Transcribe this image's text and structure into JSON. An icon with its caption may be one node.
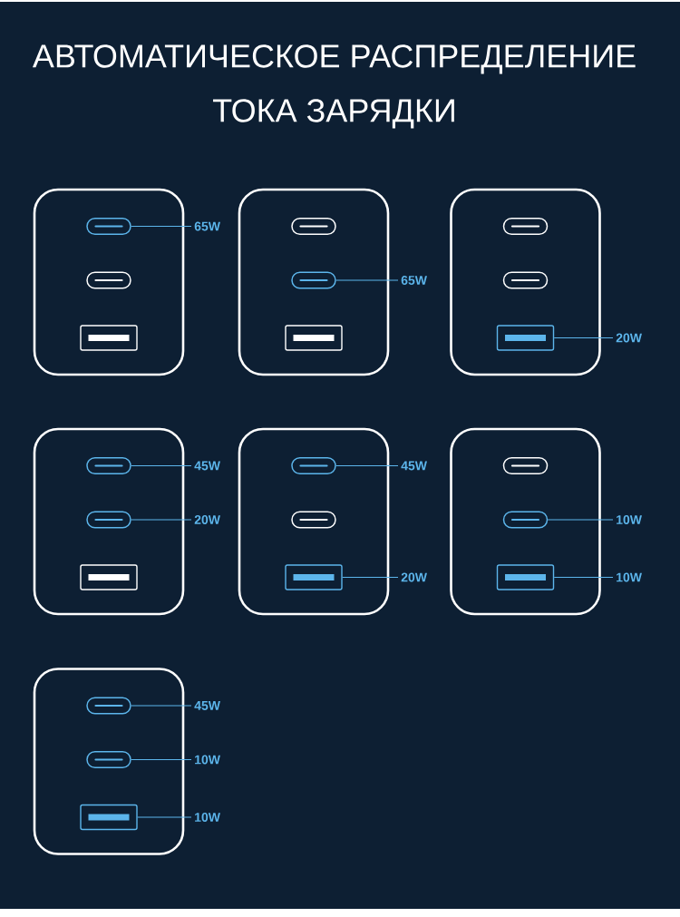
{
  "diagram": {
    "title": "АВТОМАТИЧЕСКОЕ РАСПРЕДЕЛЕНИЕ ТОКА ЗАРЯДКИ",
    "nodes": [
      {
        "text": [],
        "shape": "box"
      },
      {
        "text": [],
        "shape": "pill",
        "in": 0
      },
      {
        "text": [],
        "shape": "pill",
        "in": 0
      },
      {
        "text": [],
        "shape": "box",
        "in": 0
      },
      {
        "text": [
          "65W"
        ]
      },
      {
        "text": [],
        "shape": "box"
      },
      {
        "text": [],
        "shape": "pill",
        "in": 5
      },
      {
        "text": [],
        "shape": "pill",
        "in": 5
      },
      {
        "text": [],
        "shape": "box",
        "in": 5
      },
      {
        "text": [
          "65W"
        ]
      },
      {
        "text": [],
        "shape": "box"
      },
      {
        "text": [],
        "shape": "pill",
        "in": 10
      },
      {
        "text": [],
        "shape": "pill",
        "in": 10
      },
      {
        "text": [],
        "shape": "box",
        "in": 10
      },
      {
        "text": [
          "20W"
        ]
      },
      {
        "text": [],
        "shape": "box"
      },
      {
        "text": [],
        "shape": "pill",
        "in": 15
      },
      {
        "text": [],
        "shape": "pill",
        "in": 15
      },
      {
        "text": [],
        "shape": "box",
        "in": 15
      },
      {
        "text": [
          "45W"
        ]
      },
      {
        "text": [
          "20W"
        ]
      },
      {
        "text": [],
        "shape": "box"
      },
      {
        "text": [],
        "shape": "pill",
        "in": 21
      },
      {
        "text": [],
        "shape": "pill",
        "in": 21
      },
      {
        "text": [],
        "shape": "box",
        "in": 21
      },
      {
        "text": [
          "45W"
        ]
      },
      {
        "text": [
          "20W"
        ]
      },
      {
        "text": [],
        "shape": "box"
      },
      {
        "text": [],
        "shape": "pill",
        "in": 27
      },
      {
        "text": [],
        "shape": "pill",
        "in": 27
      },
      {
        "text": [],
        "shape": "box",
        "in": 27
      },
      {
        "text": [
          "10W"
        ]
      },
      {
        "text": [
          "10W"
        ]
      },
      {
        "text": [],
        "shape": "box"
      },
      {
        "text": [],
        "shape": "pill",
        "in": 33
      },
      {
        "text": [],
        "shape": "pill",
        "in": 33
      },
      {
        "text": [],
        "shape": "box",
        "in": 33
      },
      {
        "text": [
          "45W"
        ]
      },
      {
        "text": [
          "10W"
        ]
      },
      {
        "text": [
          "10W"
        ]
      }
    ],
    "edges": [
      {
        "from": 4,
        "to": 1,
        "arrow": "none"
      },
      {
        "from": 9,
        "to": 7,
        "arrow": "none"
      },
      {
        "from": 14,
        "to": 13,
        "arrow": "none"
      },
      {
        "from": 19,
        "to": 16,
        "arrow": "none"
      },
      {
        "from": 20,
        "to": 17,
        "arrow": "none"
      },
      {
        "from": 25,
        "to": 22,
        "arrow": "none"
      },
      {
        "from": 26,
        "to": 24,
        "arrow": "none"
      },
      {
        "from": 31,
        "to": 29,
        "arrow": "none"
      },
      {
        "from": 32,
        "to": 30,
        "arrow": "none"
      },
      {
        "from": 37,
        "to": 34,
        "arrow": "none"
      },
      {
        "from": 38,
        "to": 35,
        "arrow": "none"
      },
      {
        "from": 39,
        "to": 36,
        "arrow": "none"
      }
    ]
  }
}
